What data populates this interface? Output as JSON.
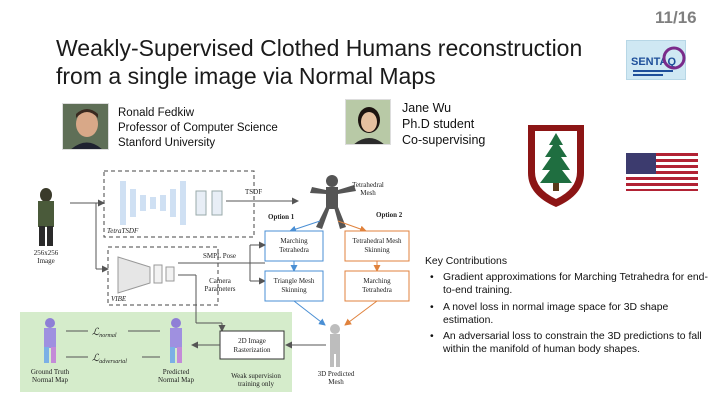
{
  "slide": {
    "page": "11/16"
  },
  "title": {
    "line1": "Weakly-Supervised Clothed Humans reconstruction",
    "line2": "from a single image via Normal Maps"
  },
  "people": [
    {
      "name": "Ronald Fedkiw",
      "role": "Professor of Computer Science",
      "affiliation": "Stanford University"
    },
    {
      "name": "Jane Wu",
      "role": "Ph.D student",
      "affiliation": "Co-supervising"
    }
  ],
  "logos": {
    "senta": "SENTAQ"
  },
  "diagram": {
    "input_label_1": "256x256",
    "input_label_2": "Image",
    "tetratsdf": "TetraTSDF",
    "tsdf": "TSDF",
    "tet_mesh_1": "Tetrahedral",
    "tet_mesh_2": "Mesh",
    "option1": "Option 1",
    "option2": "Option 2",
    "marching_tet_1": "Marching",
    "marching_tet_2": "Tetrahedra",
    "tet_skin_1": "Tetrahedral Mesh",
    "tet_skin_2": "Skinning",
    "smpl_pose": "SMPL Pose",
    "camera_1": "Camera",
    "camera_2": "Parameters",
    "vibe": "VIBE",
    "tri_skin_1": "Triangle Mesh",
    "tri_skin_2": "Skinning",
    "marching_tet2_1": "Marching",
    "marching_tet2_2": "Tetrahedra",
    "raster_1": "2D Image",
    "raster_2": "Rasterization",
    "pred_mesh_1": "3D Predicted",
    "pred_mesh_2": "Mesh",
    "l_normal": "ℒ",
    "l_normal_sub": "normal",
    "l_adv": "ℒ",
    "l_adv_sub": "adversarial",
    "gt_1": "Ground Truth",
    "gt_2": "Normal Map",
    "pred_1": "Predicted",
    "pred_2": "Normal Map",
    "weak_1": "Weak supervision",
    "weak_2": "training only"
  },
  "contributions": {
    "heading": "Key Contributions",
    "items": [
      "Gradient approximations for Marching Tetrahedra for end-to-end training.",
      "A novel loss in normal image space for 3D shape estimation.",
      "An adversarial loss to constrain the 3D predictions to fall within the manifold of human body shapes."
    ]
  },
  "colors": {
    "blue_box": "#4a8fd4",
    "orange_box": "#e0823c",
    "green_region": "#d5eccb",
    "stanford_red": "#8c1515",
    "tree_green": "#1f6e40",
    "page_num_gray": "#7f7f7f"
  }
}
